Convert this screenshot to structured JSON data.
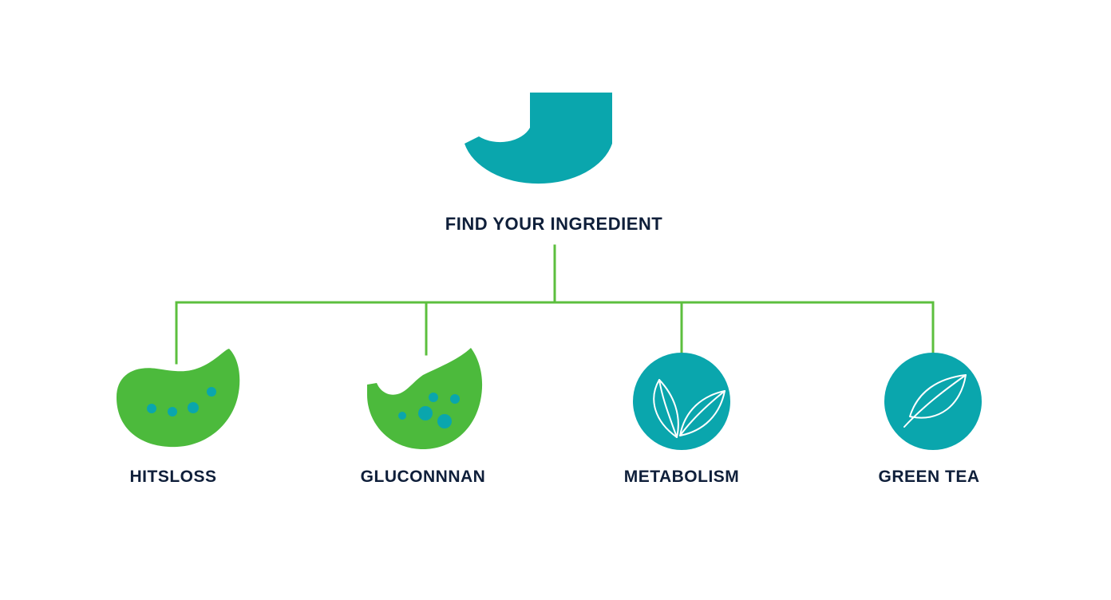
{
  "root": {
    "title": "FIND YOUR INGREDIENT",
    "icon": "teal-bowl-icon"
  },
  "children": [
    {
      "label": "HITSLOSS",
      "icon": "green-blob-icon"
    },
    {
      "label": "GLUCONNNAN",
      "icon": "green-blob-bite-icon"
    },
    {
      "label": "METABOLISM",
      "icon": "leaf-sprout-icon"
    },
    {
      "label": "GREEN TEA",
      "icon": "leaf-icon"
    }
  ],
  "colors": {
    "teal": "#0aa6ad",
    "green": "#4cba3c",
    "connector": "#5cbf3e",
    "text": "#0f1f3a",
    "dots": "#0aa6ad",
    "white": "#ffffff"
  }
}
